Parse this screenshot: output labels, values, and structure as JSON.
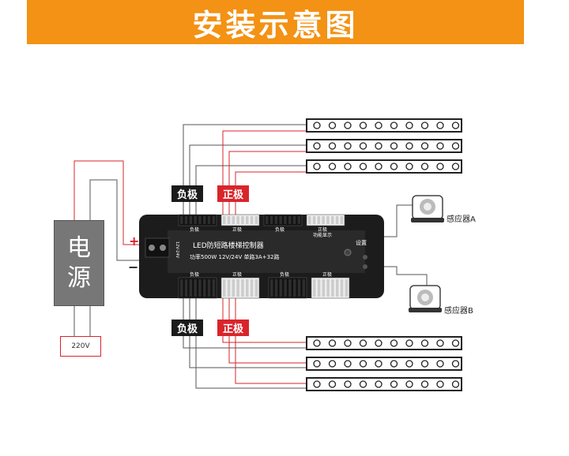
{
  "banner": {
    "title": "安装示意图"
  },
  "power": {
    "char1": "电",
    "char2": "源",
    "ac_label": "220V",
    "plus": "+",
    "minus": "−"
  },
  "tags": {
    "neg_top": "负极",
    "pos_top": "正极",
    "neg_bottom": "负极",
    "pos_bottom": "正极"
  },
  "controller": {
    "title": "LED防短路楼梯控制器",
    "spec": "功率500W  12V/24V  单路3A+32路",
    "voltage_side": "12V-24V",
    "setting_label": "设置",
    "mode_label": "功能显示",
    "top_labels": [
      "负极",
      "正极",
      "负极",
      "正极"
    ],
    "bottom_labels": [
      "负极",
      "正极",
      "负极",
      "正极"
    ]
  },
  "sensors": {
    "a": "感应器A",
    "b": "感应器B"
  },
  "colors": {
    "banner": "#f39214",
    "positive_wire": "#d9242b",
    "negative_wire": "#555555",
    "psu": "#777777",
    "controller": "#1c1c1c"
  },
  "strips": {
    "top_count": 3,
    "bottom_count": 3,
    "leds_per_strip": 10
  }
}
